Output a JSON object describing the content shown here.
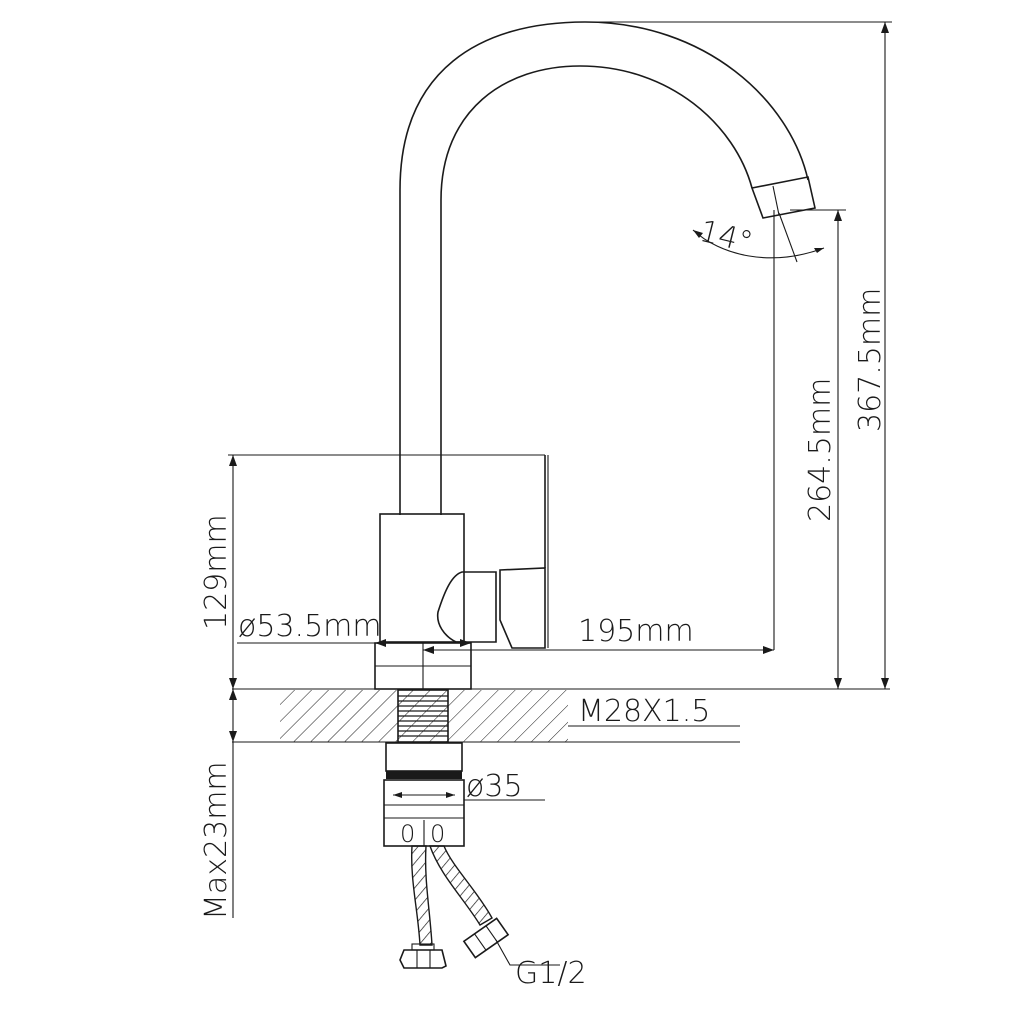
{
  "dimensions": {
    "angle": "14°",
    "spout_height": "264.5mm",
    "total_height": "367.5mm",
    "body_height": "129mm",
    "base_diameter": "ø53.5mm",
    "reach": "195mm",
    "thread": "M28X1.5",
    "shank_diameter": "ø35",
    "max_thickness": "Max23mm",
    "hose_connector": "G1/2"
  }
}
